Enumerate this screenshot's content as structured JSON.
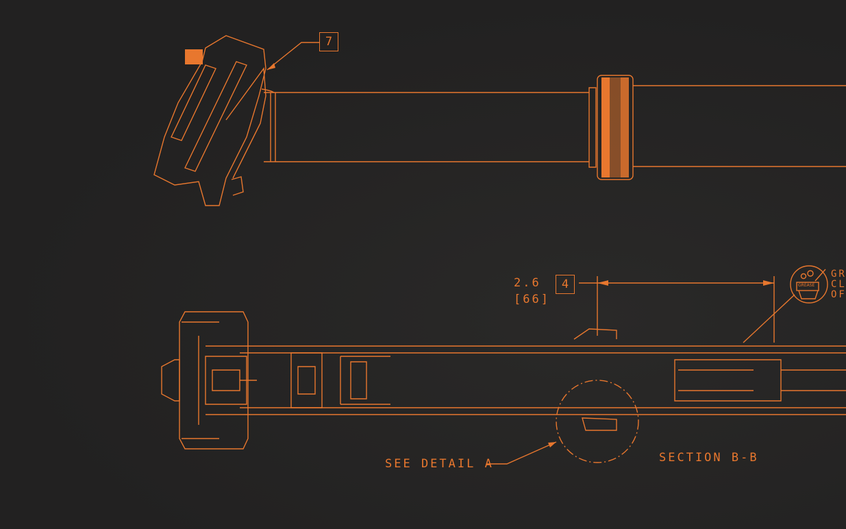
{
  "colors": {
    "background": "#232222",
    "line": "#e8772e"
  },
  "callouts": {
    "item_7": "7",
    "item_4": "4"
  },
  "dimension": {
    "inches": "2.6",
    "mm": "[66]"
  },
  "grease_note": {
    "icon_label": "GREASE",
    "line1": "GRE",
    "line2": "CLU",
    "line3": "OF"
  },
  "labels": {
    "see_detail": "SEE DETAIL A",
    "section": "SECTION B-B"
  }
}
